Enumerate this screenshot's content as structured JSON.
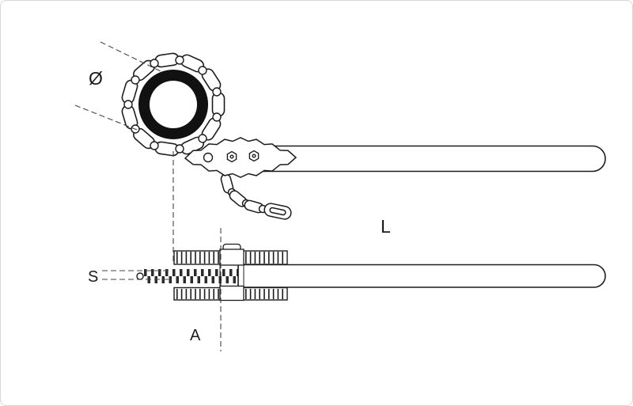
{
  "figure": {
    "kind": "technical-line-drawing",
    "subject": "chain pipe wrench shown in top view (chain wrapped around pipe) and side view (jaws, chain and handle)",
    "labels": {
      "diameter_symbol": "Ø",
      "handle_length": "L",
      "chain_thickness": "S",
      "jaw_width": "A"
    },
    "colors": {
      "line": "#1c1c1c",
      "dashed_line": "#454545",
      "pipe_ring_fill": "#111111",
      "background": "#ffffff"
    }
  }
}
